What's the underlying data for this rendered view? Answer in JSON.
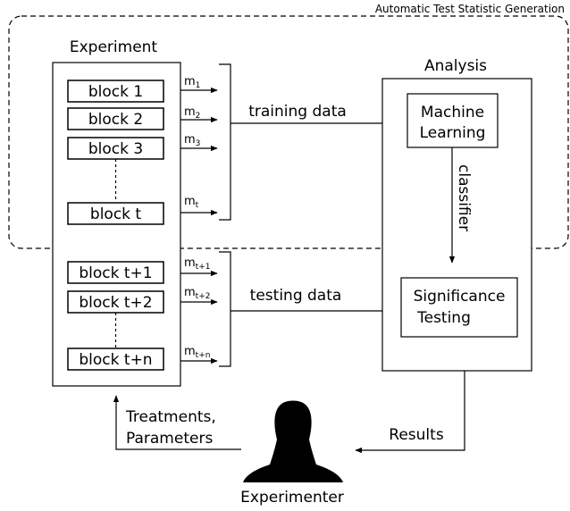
{
  "region_label": "Automatic Test Statistic Generation",
  "experiment": {
    "title": "Experiment",
    "blocks": [
      "block 1",
      "block 2",
      "block 3",
      "block t",
      "block t+1",
      "block t+2",
      "block t+n"
    ],
    "measurements": [
      {
        "base": "m",
        "sub": "1"
      },
      {
        "base": "m",
        "sub": "2"
      },
      {
        "base": "m",
        "sub": "3"
      },
      {
        "base": "m",
        "sub": "t"
      },
      {
        "base": "m",
        "sub": "t+1"
      },
      {
        "base": "m",
        "sub": "t+2"
      },
      {
        "base": "m",
        "sub": "t+n"
      }
    ]
  },
  "flows": {
    "training": "training data",
    "testing": "testing data",
    "classifier": "classifier",
    "results": "Results",
    "treatments_line1": "Treatments,",
    "treatments_line2": "Parameters"
  },
  "analysis": {
    "title": "Analysis",
    "ml_line1": "Machine",
    "ml_line2": "Learning",
    "sig_line1": "Significance",
    "sig_line2": "Testing"
  },
  "experimenter": {
    "label": "Experimenter",
    "icon": "person-silhouette-icon"
  }
}
